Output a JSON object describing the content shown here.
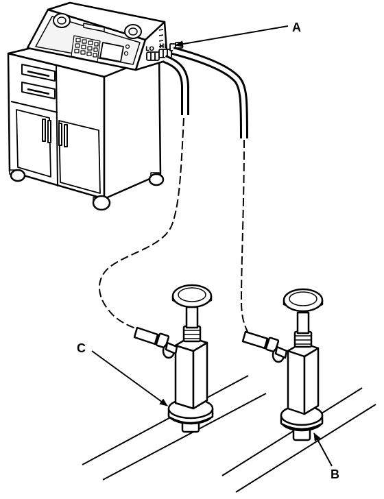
{
  "callouts": {
    "a": "A",
    "b": "B",
    "c": "C"
  },
  "machine": {
    "port_lo": "LO",
    "port_hi": "HI"
  },
  "colors": {
    "ink": "#000000",
    "paper": "#ffffff",
    "panel_fill": "#f4f4f4"
  }
}
